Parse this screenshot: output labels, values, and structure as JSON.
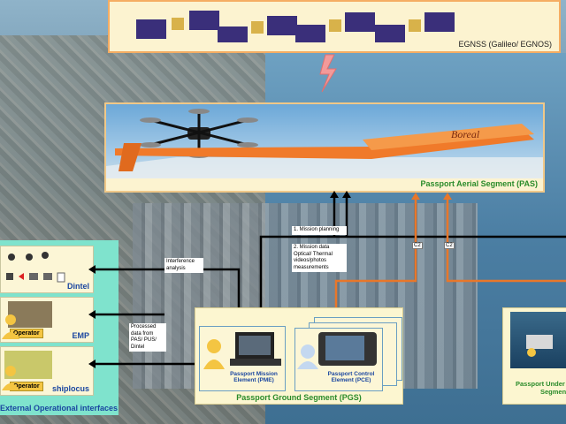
{
  "egnss": {
    "label": "EGNSS (Galileo/ EGNOS)"
  },
  "pas": {
    "label": "Passport Aerial Segment (PAS)",
    "aircraft_text": "Boreal"
  },
  "external": {
    "label": "External Operational interfaces",
    "panels": [
      {
        "name": "Dintel"
      },
      {
        "name": "EMP",
        "operator": "Operator"
      },
      {
        "name": "shiplocus",
        "operator": "Operator"
      }
    ]
  },
  "notes": {
    "interference": "Interference analysis",
    "processed": "Processed data from PAS/ PUS/ Dintel",
    "mission": "1. Mission planning",
    "mission_data": "2. Mission data Optical/ Thermal videos/photos measurements"
  },
  "links": {
    "c2_a": "C2",
    "c2_b": "C2"
  },
  "pgs": {
    "label": "Passport Ground Segment (PGS)",
    "pme": "Passport Mission Element (PME)",
    "pce": "Passport Control Element (PCE)"
  },
  "pus": {
    "label_line1": "Passport Under",
    "label_line2": "Segment"
  },
  "colors": {
    "panel_bg": "#fcf6d0",
    "ext_bg": "#7fe3cd",
    "accent_orange": "#e8772a",
    "label_green": "#2a8b2a",
    "label_blue": "#1a46a0"
  }
}
